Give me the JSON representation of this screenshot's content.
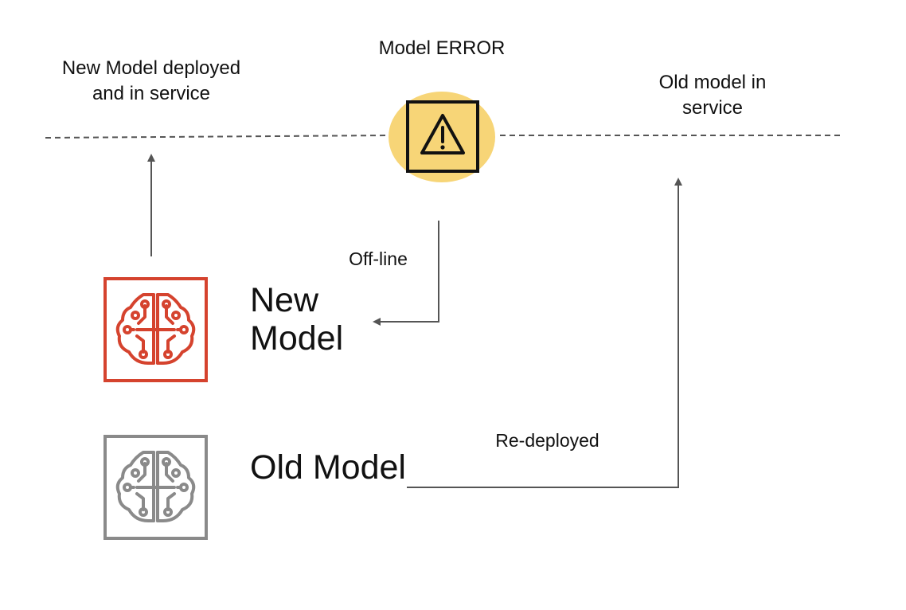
{
  "diagram": {
    "labels": {
      "new_model_in_service": "New Model deployed and in service",
      "model_error": "Model ERROR",
      "old_model_in_service": "Old model in service",
      "off_line": "Off-line",
      "re_deployed": "Re-deployed"
    },
    "models": {
      "new": {
        "name": "New Model",
        "color": "#d5432e",
        "icon": "brain-circuit-icon"
      },
      "old": {
        "name": "Old Model",
        "color": "#8a8a8a",
        "icon": "brain-circuit-icon"
      }
    },
    "error_icon": {
      "icon": "warning-icon",
      "highlight_color": "#f7d577"
    },
    "line_color": "#555555"
  }
}
